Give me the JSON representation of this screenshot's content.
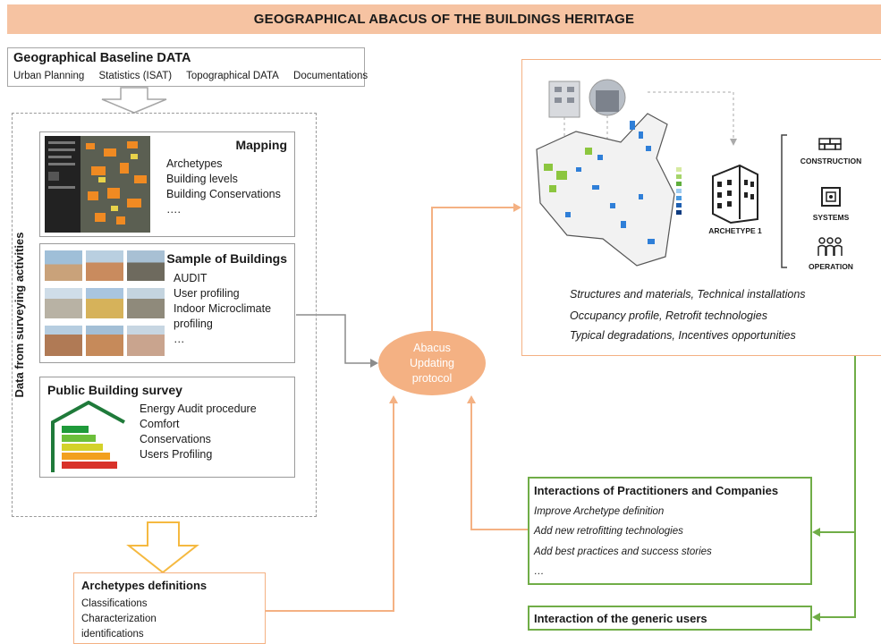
{
  "banner": {
    "title": "GEOGRAPHICAL ABACUS OF THE BUILDINGS HERITAGE"
  },
  "baseline": {
    "title": "Geographical Baseline DATA",
    "items": [
      "Urban Planning",
      "Statistics (ISAT)",
      "Topographical DATA",
      "Documentations"
    ]
  },
  "surveying": {
    "label": "Data from surveying activities",
    "mapping": {
      "title": "Mapping",
      "items": [
        "Archetypes",
        "Building levels",
        "Building Conservations",
        "…."
      ]
    },
    "sample": {
      "title": "Sample of Buildings",
      "items": [
        "AUDIT",
        "User profiling",
        "Indoor Microclimate",
        "profiling",
        "…"
      ]
    },
    "public": {
      "title": "Public Building survey",
      "items": [
        "Energy Audit procedure",
        "Comfort",
        "Conservations",
        "Users Profiling"
      ]
    }
  },
  "protocol": {
    "lines": [
      "Abacus",
      "Updating",
      "protocol"
    ]
  },
  "archetype_panel": {
    "archetype_label": "ARCHETYPE 1",
    "icons": {
      "construction": "CONSTRUCTION",
      "systems": "SYSTEMS",
      "operation": "OPERATION"
    },
    "descriptions": [
      "Structures and materials, Technical installations",
      "Occupancy profile, Retrofit technologies",
      "Typical degradations, Incentives opportunities"
    ]
  },
  "practitioners": {
    "title": "Interactions of Practitioners and Companies",
    "items": [
      "Improve Archetype definition",
      "Add new retrofitting technologies",
      "Add best practices and success stories",
      "…"
    ]
  },
  "generic_users": {
    "title": "Interaction of the generic users"
  },
  "archetypes_def": {
    "title": "Archetypes definitions",
    "items": [
      "Classifications",
      "Characterization",
      "identifications"
    ]
  },
  "colors": {
    "banner": "#f6c3a2",
    "orange": "#f4b183",
    "arrow_yellow": "#f5b940",
    "green": "#70ad47",
    "grey": "#9a9a9a"
  }
}
